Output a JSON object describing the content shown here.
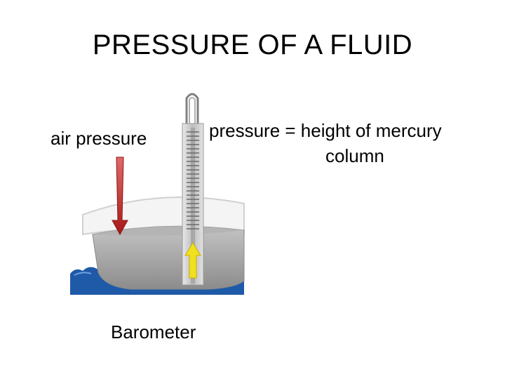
{
  "title": "PRESSURE OF A FLUID",
  "labels": {
    "air_pressure": "air pressure",
    "formula_line1": "pressure = height of mercury",
    "formula_line2": "column",
    "caption": "Barometer"
  },
  "colors": {
    "air_arrow": "#b02020",
    "mercury_arrow": "#f0e020",
    "water": "#1f5aa8",
    "dish": "#9a9a9a",
    "tube": "#c9c9c9"
  },
  "icons": {
    "air_arrow": "down-arrow-icon",
    "mercury_arrow": "up-arrow-icon"
  }
}
